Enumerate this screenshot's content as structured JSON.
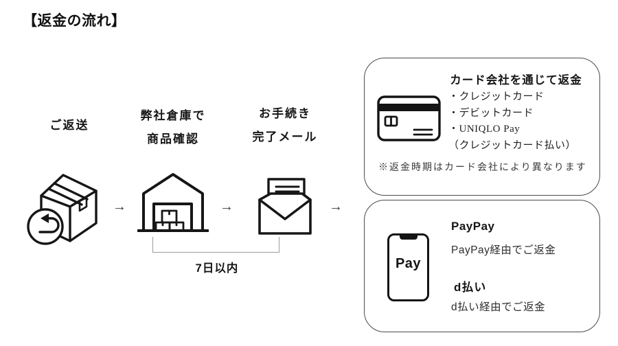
{
  "title": "【返金の流れ】",
  "flow": {
    "arrow": "→",
    "steps": [
      {
        "label": "ご返送",
        "label2": "",
        "icon": "return-package-icon"
      },
      {
        "label": "弊社倉庫で",
        "label2": "商品確認",
        "icon": "warehouse-icon"
      },
      {
        "label": "お手続き",
        "label2": "完了メール",
        "icon": "mail-icon"
      }
    ],
    "duration_note": "7日以内"
  },
  "card_refund_box": {
    "title": "カード会社を通じて返金",
    "icon": "credit-card-icon",
    "items": [
      "・クレジットカード",
      "・デビットカード",
      "・UNIQLO Pay",
      "（クレジットカード払い）"
    ],
    "note": "※返金時期はカード会社により異なります"
  },
  "wallet_refund_box": {
    "icon": "smartphone-pay-icon",
    "phone_label": "Pay",
    "entries": [
      {
        "name": "PayPay",
        "desc": "PayPay経由でご返金"
      },
      {
        "name": "d払い",
        "desc": "d払い経由でご返金"
      }
    ]
  },
  "colors": {
    "ink": "#1a1a1a",
    "panel_border": "#4a4a4a",
    "note_text": "#3a3a3a",
    "bracket": "#9a9a9a",
    "background": "#ffffff"
  }
}
